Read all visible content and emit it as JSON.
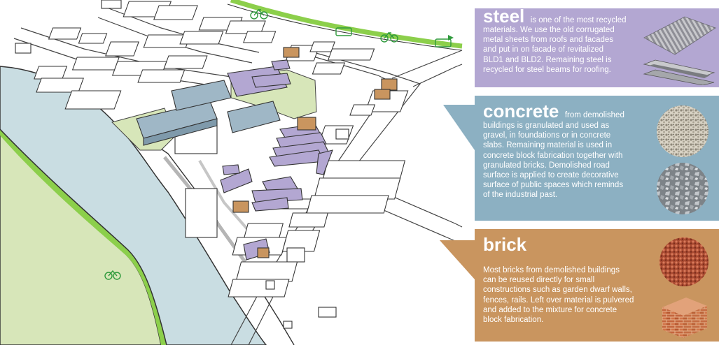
{
  "colors": {
    "steel": "#b3a7d2",
    "concrete": "#8cb0c2",
    "brick": "#c9955f",
    "river": "#c9dde2",
    "grass": "#d7e6b9",
    "green_strip": "#8ccf4b",
    "purple_building": "#b3a7d2",
    "blue_building": "#9fb7c6",
    "orange_building": "#c9955f"
  },
  "icons": [
    "bicycle-icon",
    "tram-icon",
    "arrow-right-icon"
  ],
  "steel": {
    "title": "steel",
    "intro": "is one of the most recycled",
    "lines": [
      "materials. We use the old corrugated",
      "metal sheets from roofs and facades",
      "and put in on facade of revitalized",
      "BLD1 and BLD2. Remaining steel is",
      "recycled for steel beams for roofing."
    ]
  },
  "concrete": {
    "title": "concrete",
    "intro": "from demolished",
    "lines": [
      "buildings is granulated and used as",
      "gravel, in foundations or in concrete",
      "slabs. Remaining material is used in",
      "concrete block fabrication together with",
      "granulated bricks. Demolished road",
      "surface is applied to create decorative",
      "surface of public spaces which reminds",
      "of the industrial past."
    ]
  },
  "brick": {
    "title": "brick",
    "lines": [
      "Most bricks from demolished buildings",
      "can be reused directly for small",
      "constructions such as garden dwarf walls,",
      "fences, rails. Left over material is pulvered",
      "and added to the mixture for concrete",
      "block fabrication."
    ]
  }
}
